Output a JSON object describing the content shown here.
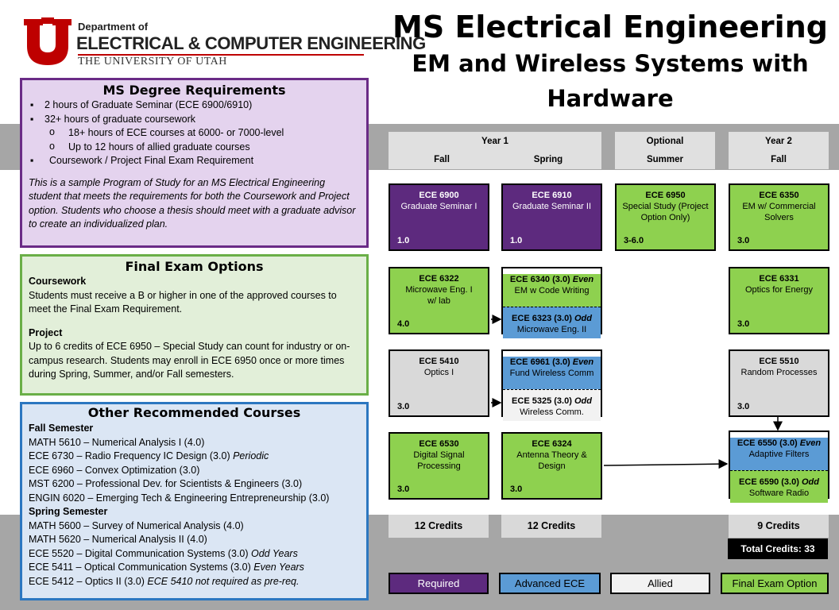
{
  "logo": {
    "dept": "Department of",
    "ece": "ELECTRICAL & COMPUTER ENGINEERING",
    "university": "THE UNIVERSITY OF UTAH"
  },
  "title": {
    "main": "MS Electrical Engineering",
    "sub": "EM and Wireless Systems with Hardware"
  },
  "requirements": {
    "heading": "MS Degree Requirements",
    "items": [
      "2 hours of Graduate Seminar (ECE 6900/6910)",
      "32+ hours of graduate coursework",
      "18+ hours of ECE courses at 6000- or 7000-level",
      "Up to 12 hours of allied graduate courses",
      "Coursework / Project Final Exam Requirement"
    ],
    "note": "This is a sample Program of Study for an MS Electrical Engineering student that meets the requirements for both the Coursework and Project option. Students who choose a thesis should meet with a graduate advisor to create an individualized plan."
  },
  "final_exam": {
    "heading": "Final Exam Options",
    "coursework_head": "Coursework",
    "coursework_text": "Students must receive a B or higher in one of the approved courses to meet the Final Exam Requirement.",
    "project_head": "Project",
    "project_text": "Up to 6 credits of ECE 6950 – Special Study can count for industry or on-campus research. Students may enroll in ECE 6950 once or more times during Spring, Summer, and/or Fall semesters."
  },
  "other_courses": {
    "heading": "Other Recommended Courses",
    "fall_head": "Fall Semester",
    "fall": [
      {
        "text": "MATH 5610 – Numerical Analysis I (4.0)",
        "note": ""
      },
      {
        "text": "ECE 6730 – Radio Frequency IC Design (3.0)",
        "note": "Periodic"
      },
      {
        "text": "ECE 6960 – Convex Optimization (3.0)",
        "note": ""
      },
      {
        "text": "MST 6200 – Professional Dev. for Scientists & Engineers (3.0)",
        "note": ""
      },
      {
        "text": "ENGIN 6020 – Emerging Tech & Engineering Entrepreneurship (3.0)",
        "note": ""
      }
    ],
    "spring_head": "Spring Semester",
    "spring": [
      {
        "text": "MATH 5600 – Survey of Numerical Analysis (4.0)",
        "note": ""
      },
      {
        "text": "MATH 5620 – Numerical Analysis II (4.0)",
        "note": ""
      },
      {
        "text": "ECE 5520 – Digital Communication Systems (3.0)",
        "note": "Odd Years"
      },
      {
        "text": "ECE 5411 – Optical Communication Systems (3.0)",
        "note": "Even Years"
      },
      {
        "text": "ECE 5412 – Optics II (3.0)",
        "note": "ECE 5410 not required as pre-req."
      }
    ]
  },
  "headers": {
    "year1": "Year 1",
    "fall": "Fall",
    "spring": "Spring",
    "optional": "Optional",
    "summer": "Summer",
    "year2": "Year 2",
    "fall2": "Fall"
  },
  "courses": {
    "c6900": {
      "num": "ECE 6900",
      "name": "Graduate Seminar I",
      "credits": "1.0"
    },
    "c6910": {
      "num": "ECE 6910",
      "name": "Graduate Seminar II",
      "credits": "1.0"
    },
    "c6950": {
      "num": "ECE 6950",
      "name": "Special Study (Project Option Only)",
      "credits": "3-6.0"
    },
    "c6350": {
      "num": "ECE 6350",
      "name": "EM w/ Commercial Solvers",
      "credits": "3.0"
    },
    "c6322": {
      "num": "ECE 6322",
      "name": "Microwave Eng. I w/ lab",
      "credits": "4.0"
    },
    "c6340": {
      "num": "ECE 6340 (3.0)",
      "tag": "Even",
      "name": "EM w Code Writing"
    },
    "c6323": {
      "num": "ECE 6323 (3.0)",
      "tag": "Odd",
      "name": "Microwave Eng. II"
    },
    "c6331": {
      "num": "ECE 6331",
      "name": "Optics for Energy",
      "credits": "3.0"
    },
    "c5410": {
      "num": "ECE 5410",
      "name": "Optics I",
      "credits": "3.0"
    },
    "c6961": {
      "num": "ECE 6961 (3.0)",
      "tag": "Even",
      "name": "Fund Wireless Comm"
    },
    "c5325": {
      "num": "ECE 5325 (3.0)",
      "tag": "Odd",
      "name": "Wireless Comm."
    },
    "c5510": {
      "num": "ECE 5510",
      "name": "Random Processes",
      "credits": "3.0"
    },
    "c6530": {
      "num": "ECE 6530",
      "name": "Digital Signal Processing",
      "credits": "3.0"
    },
    "c6324": {
      "num": "ECE 6324",
      "name": "Antenna Theory & Design",
      "credits": "3.0"
    },
    "c6550": {
      "num": "ECE 6550 (3.0)",
      "tag": "Even",
      "name": "Adaptive Filters"
    },
    "c6590": {
      "num": "ECE 6590 (3.0)",
      "tag": "Odd",
      "name": "Software Radio"
    }
  },
  "credits": {
    "fall1": "12 Credits",
    "spring1": "12 Credits",
    "fall2": "9 Credits",
    "total": "Total Credits: 33"
  },
  "legend": {
    "required": "Required",
    "advanced": "Advanced ECE",
    "allied": "Allied",
    "final": "Final Exam Option"
  },
  "colors": {
    "required": "#5d2a7e",
    "advanced": "#5b9bd5",
    "allied": "#d9d9d9",
    "final": "#8ed14f",
    "utah_red": "#be0000"
  }
}
